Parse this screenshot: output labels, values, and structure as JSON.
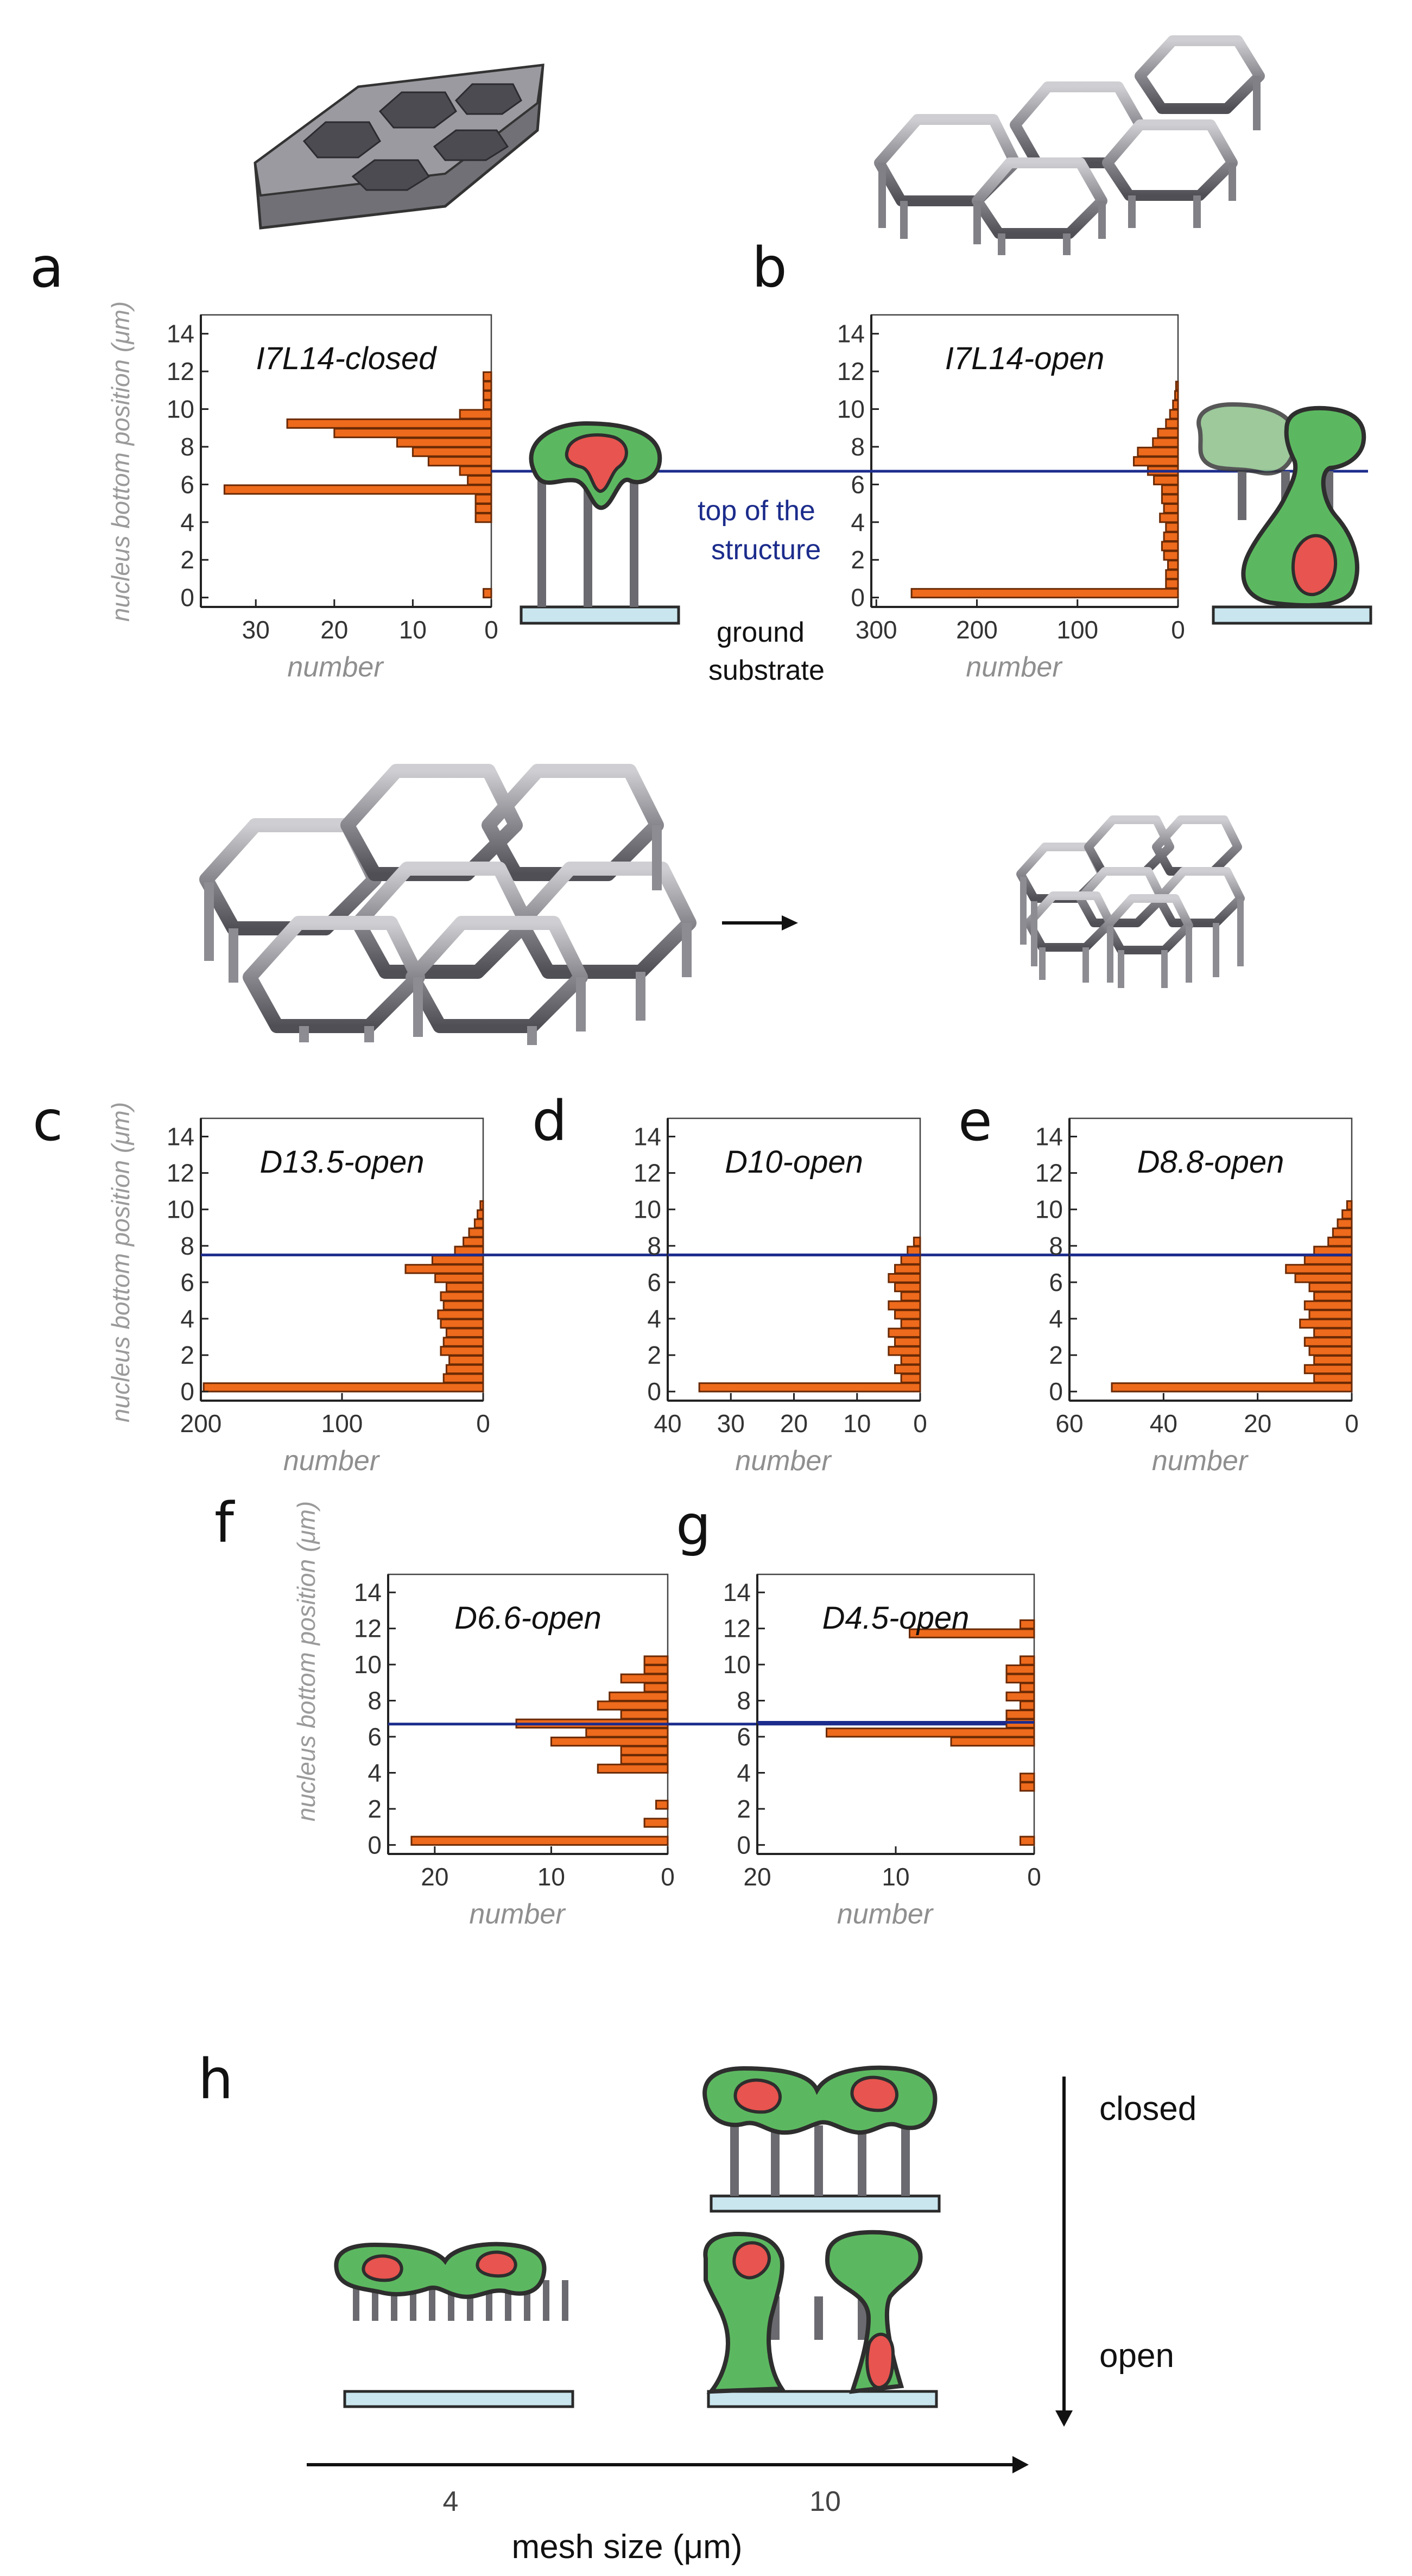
{
  "panel_labels": {
    "a": "a",
    "b": "b",
    "c": "c",
    "d": "d",
    "e": "e",
    "f": "f",
    "g": "g",
    "h": "h"
  },
  "y_axis_label": "nucleus bottom position (μm)",
  "x_axis_label": "number",
  "annotations": {
    "top_line1": "top of the",
    "top_line2": "structure",
    "ground_line1": "ground",
    "ground_line2": "substrate",
    "closed": "closed",
    "open": "open",
    "mesh_label": "mesh size (μm)",
    "mesh_tick_1": "4",
    "mesh_tick_2": "10"
  },
  "colors": {
    "bar": "#ee6a1c",
    "structure_line": "#1c2c8c",
    "cell": "#5cb860",
    "nucleus": "#e8544f",
    "substrate": "#c9e6ef",
    "pillar": "#6a6a70"
  },
  "chart_data": [
    {
      "id": "a",
      "type": "bar",
      "orientation": "horizontal",
      "title": "I7L14-closed",
      "xlabel": "number",
      "ylabel": "nucleus bottom position (μm)",
      "xlim": [
        0,
        37
      ],
      "x_reversed": true,
      "ylim": [
        -0.5,
        15
      ],
      "xticks": [
        30,
        20,
        10,
        0
      ],
      "yticks": [
        0,
        2,
        4,
        6,
        8,
        10,
        12,
        14
      ],
      "structure_top": 7.1,
      "bin_width": 0.5,
      "y": [
        0,
        4,
        4.5,
        5,
        5.5,
        6,
        6.5,
        7,
        7.5,
        8,
        8.5,
        9,
        9.5,
        10,
        10.5,
        11,
        11.5
      ],
      "values": [
        1,
        2,
        2,
        2,
        34,
        3,
        4,
        8,
        10,
        12,
        20,
        26,
        4,
        1,
        1,
        1,
        1
      ]
    },
    {
      "id": "b",
      "type": "bar",
      "orientation": "horizontal",
      "title": "I7L14-open",
      "xlabel": "number",
      "ylabel": "",
      "xlim": [
        0,
        305
      ],
      "x_reversed": true,
      "ylim": [
        -0.5,
        15
      ],
      "xticks": [
        300,
        200,
        100,
        0
      ],
      "yticks": [
        0,
        2,
        4,
        6,
        8,
        10,
        12,
        14
      ],
      "structure_top": 7.1,
      "bin_width": 0.5,
      "y": [
        0,
        0.5,
        1,
        1.5,
        2,
        2.5,
        3,
        3.5,
        4,
        4.5,
        5,
        5.5,
        6,
        6.5,
        7,
        7.5,
        8,
        8.5,
        9,
        9.5,
        10,
        10.5,
        11
      ],
      "values": [
        265,
        12,
        12,
        10,
        14,
        16,
        14,
        12,
        18,
        14,
        16,
        16,
        24,
        30,
        44,
        40,
        25,
        20,
        12,
        8,
        5,
        3,
        2
      ]
    },
    {
      "id": "c",
      "type": "bar",
      "orientation": "horizontal",
      "title": "D13.5-open",
      "xlabel": "number",
      "ylabel": "nucleus bottom position (μm)",
      "xlim": [
        0,
        200
      ],
      "x_reversed": true,
      "ylim": [
        -0.5,
        15
      ],
      "xticks": [
        200,
        100,
        0
      ],
      "yticks": [
        0,
        2,
        4,
        6,
        8,
        10,
        12,
        14
      ],
      "structure_top": 7.5,
      "bin_width": 0.5,
      "y": [
        0,
        0.5,
        1,
        1.5,
        2,
        2.5,
        3,
        3.5,
        4,
        4.5,
        5,
        5.5,
        6,
        6.5,
        7,
        7.5,
        8,
        8.5,
        9,
        9.5,
        10
      ],
      "values": [
        198,
        28,
        26,
        24,
        30,
        28,
        26,
        30,
        32,
        28,
        30,
        26,
        34,
        55,
        36,
        20,
        14,
        10,
        6,
        4,
        2
      ]
    },
    {
      "id": "d",
      "type": "bar",
      "orientation": "horizontal",
      "title": "D10-open",
      "xlabel": "number",
      "ylabel": "",
      "xlim": [
        0,
        40
      ],
      "x_reversed": true,
      "ylim": [
        -0.5,
        15
      ],
      "xticks": [
        40,
        30,
        20,
        10,
        0
      ],
      "yticks": [
        0,
        2,
        4,
        6,
        8,
        10,
        12,
        14
      ],
      "structure_top": 7.5,
      "bin_width": 0.5,
      "y": [
        0,
        0.5,
        1,
        1.5,
        2,
        2.5,
        3,
        3.5,
        4,
        4.5,
        5,
        5.5,
        6,
        6.5,
        7,
        7.5,
        8
      ],
      "values": [
        35,
        3,
        4,
        3,
        5,
        4,
        5,
        3,
        4,
        5,
        3,
        4,
        5,
        4,
        3,
        2,
        1
      ]
    },
    {
      "id": "e",
      "type": "bar",
      "orientation": "horizontal",
      "title": "D8.8-open",
      "xlabel": "number",
      "ylabel": "",
      "xlim": [
        0,
        60
      ],
      "x_reversed": true,
      "ylim": [
        -0.5,
        15
      ],
      "xticks": [
        60,
        40,
        20,
        0
      ],
      "yticks": [
        0,
        2,
        4,
        6,
        8,
        10,
        12,
        14
      ],
      "structure_top": 7.5,
      "bin_width": 0.5,
      "y": [
        0,
        0.5,
        1,
        1.5,
        2,
        2.5,
        3,
        3.5,
        4,
        4.5,
        5,
        5.5,
        6,
        6.5,
        7,
        7.5,
        8,
        8.5,
        9,
        9.5,
        10
      ],
      "values": [
        51,
        8,
        10,
        8,
        9,
        10,
        8,
        11,
        9,
        10,
        8,
        9,
        12,
        14,
        10,
        8,
        5,
        4,
        3,
        2,
        1
      ]
    },
    {
      "id": "f",
      "type": "bar",
      "orientation": "horizontal",
      "title": "D6.6-open",
      "xlabel": "number",
      "ylabel": "nucleus bottom position (μm)",
      "xlim": [
        0,
        24
      ],
      "x_reversed": true,
      "ylim": [
        -0.5,
        15
      ],
      "xticks": [
        20,
        10,
        0
      ],
      "yticks": [
        0,
        2,
        4,
        6,
        8,
        10,
        12,
        14
      ],
      "structure_top": 6.7,
      "bin_width": 0.5,
      "y": [
        0,
        1,
        2,
        4,
        4.5,
        5,
        5.5,
        6,
        6.5,
        7,
        7.5,
        8,
        8.5,
        9,
        9.5,
        10
      ],
      "values": [
        22,
        2,
        1,
        6,
        4,
        4,
        10,
        7,
        13,
        4,
        6,
        5,
        2,
        4,
        2,
        2
      ]
    },
    {
      "id": "g",
      "type": "bar",
      "orientation": "horizontal",
      "title": "D4.5-open",
      "xlabel": "number",
      "ylabel": "",
      "xlim": [
        0,
        20
      ],
      "x_reversed": true,
      "ylim": [
        -0.5,
        15
      ],
      "xticks": [
        20,
        10,
        0
      ],
      "yticks": [
        0,
        2,
        4,
        6,
        8,
        10,
        12,
        14
      ],
      "structure_top": 6.8,
      "bin_width": 0.5,
      "y": [
        0,
        3,
        3.5,
        5.5,
        6,
        6.5,
        7,
        7.5,
        8,
        8.5,
        9,
        9.5,
        10,
        11.5,
        12
      ],
      "values": [
        1,
        1,
        1,
        6,
        15,
        2,
        2,
        1,
        2,
        1,
        2,
        2,
        1,
        9,
        1
      ]
    }
  ]
}
